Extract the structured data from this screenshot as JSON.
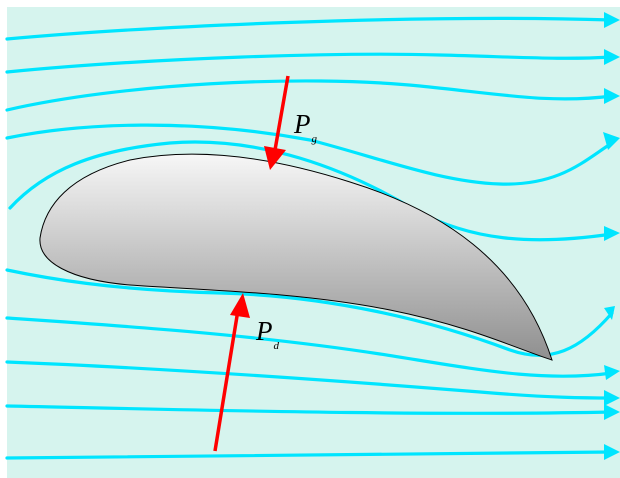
{
  "labels": {
    "pressure_top": {
      "main": "P",
      "sub": "g"
    },
    "pressure_bottom": {
      "main": "P",
      "sub": "d"
    }
  },
  "colors": {
    "background": "#d6f4ee",
    "streamline": "#00e5ff",
    "force_arrow": "#ff0000",
    "airfoil_light": "#f7f7f7",
    "airfoil_dark": "#8f8f8f",
    "airfoil_outline": "#000000"
  }
}
